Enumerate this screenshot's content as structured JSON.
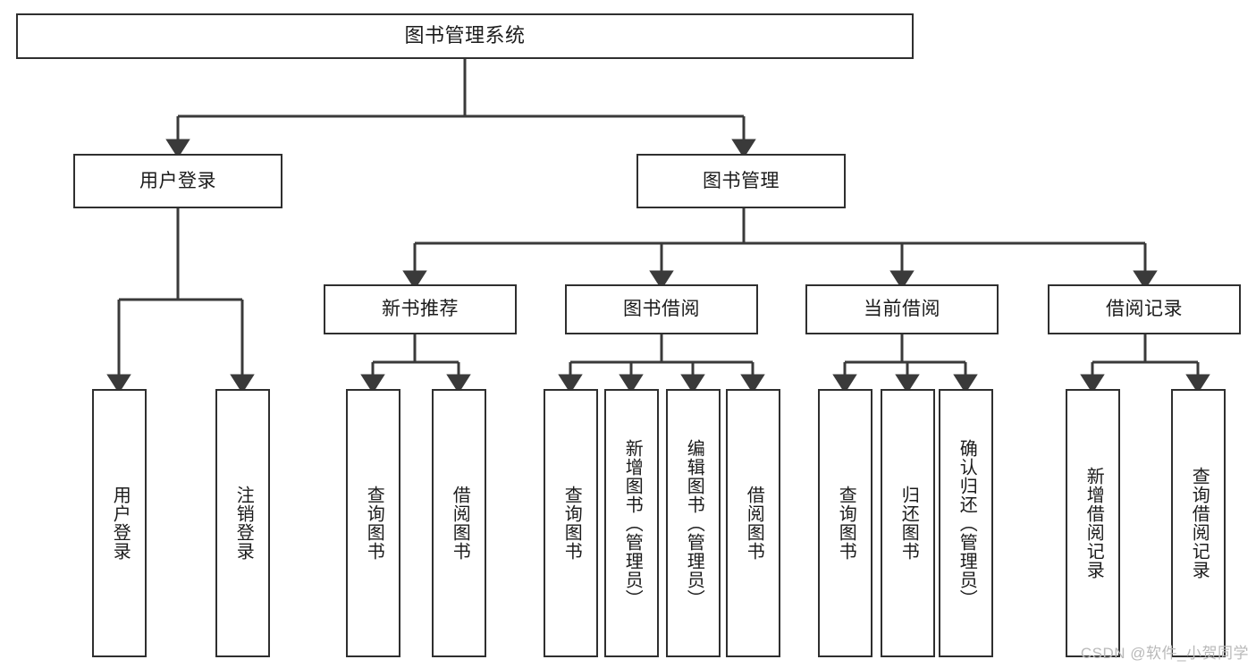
{
  "diagram": {
    "title": "图书管理系统",
    "type": "tree",
    "orientation": "top-down",
    "colors": {
      "box_border": "#2f2f2f",
      "box_fill": "#ffffff",
      "connector": "#3a3a3a",
      "text": "#1b1b1b",
      "watermark": "#b9b9b9"
    },
    "root": {
      "label": "图书管理系统"
    },
    "level1": [
      {
        "label": "用户登录"
      },
      {
        "label": "图书管理"
      }
    ],
    "level2": [
      {
        "label": "新书推荐"
      },
      {
        "label": "图书借阅"
      },
      {
        "label": "当前借阅"
      },
      {
        "label": "借阅记录"
      }
    ],
    "leaves": {
      "user_login": [
        {
          "label": "用户登录"
        },
        {
          "label": "注销登录"
        }
      ],
      "new_book_recommend": [
        {
          "label": "查询图书"
        },
        {
          "label": "借阅图书"
        }
      ],
      "book_borrow": [
        {
          "label": "查询图书"
        },
        {
          "label": "新增图书（管理员）"
        },
        {
          "label": "编辑图书（管理员）"
        },
        {
          "label": "借阅图书"
        }
      ],
      "current_borrow": [
        {
          "label": "查询图书"
        },
        {
          "label": "归还图书"
        },
        {
          "label": "确认归还（管理员）"
        }
      ],
      "borrow_record": [
        {
          "label": "新增借阅记录"
        },
        {
          "label": "查询借阅记录"
        }
      ]
    }
  },
  "watermark": {
    "text": "CSDN @软件_小贺同学"
  }
}
